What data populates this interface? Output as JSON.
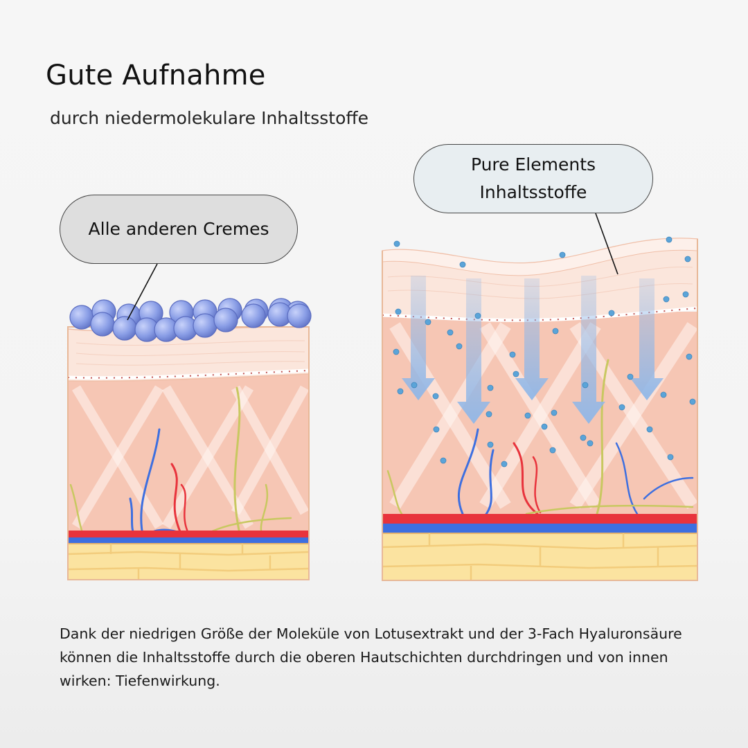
{
  "header": {
    "title": "Gute Aufnahme",
    "subtitle": "durch niedermolekulare Inhaltsstoffe"
  },
  "labels": {
    "left": "Alle anderen Cremes",
    "right_line1": "Pure Elements",
    "right_line2": "Inhaltsstoffe"
  },
  "description": "Dank der niedrigen Größe der Moleküle von Lotusextrakt und der 3-Fach Hyaluronsäure können die Inhaltsstoffe durch die oberen Hautschichten durchdringen und von innen wirken: Tiefenwirkung.",
  "colors": {
    "large_molecule": "#8a9ee6",
    "small_molecule": "#5ba4d8",
    "arrow": "#8fb7e8",
    "epidermis": "#fbe6dc",
    "dermis": "#f6c6b4",
    "fat_layer": "#fbe3a0",
    "artery": "#e8333c",
    "vein": "#3d6fe0",
    "nerve": "#c8c860"
  }
}
